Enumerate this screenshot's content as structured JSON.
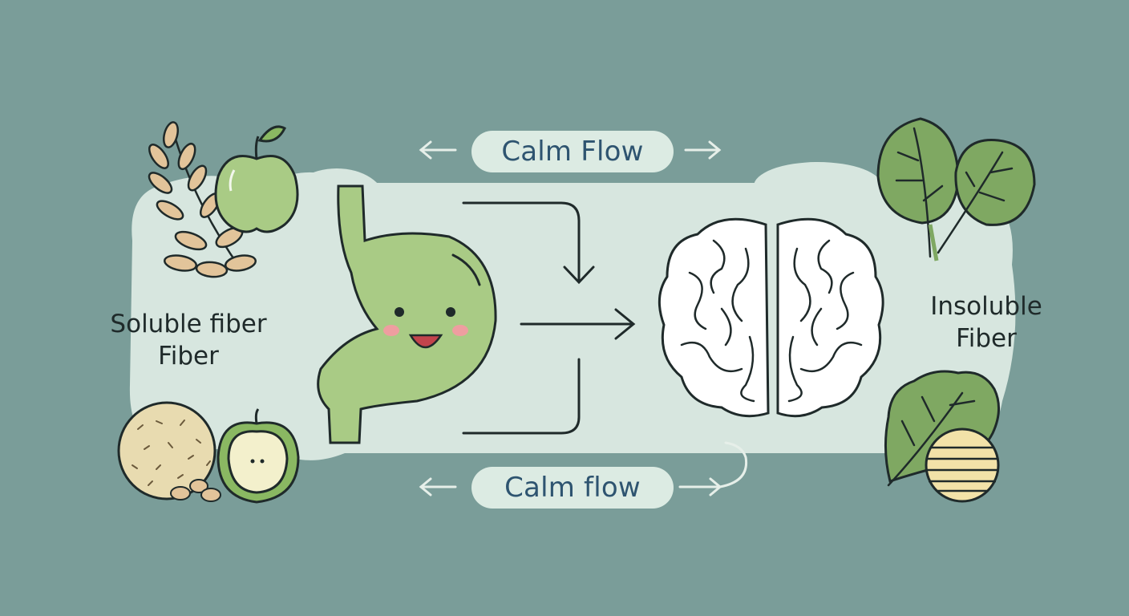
{
  "labels": {
    "top_pill": "Calm Flow",
    "bottom_pill": "Calm flow",
    "left": [
      "Soluble fiber",
      "Fiber"
    ],
    "right": [
      "Insoluble",
      "Fiber"
    ]
  },
  "colors": {
    "background": "#7a9d99",
    "panel": "#d7e6df",
    "stomach": "#a9cb85",
    "pill_text": "#2e5470",
    "outline": "#1f2a2a"
  },
  "icons": [
    "oat-branch-icon",
    "green-apple-icon",
    "stomach-character-icon",
    "brain-icon",
    "spinach-leaves-icon",
    "round-grain-icon",
    "apple-half-icon",
    "lettuce-icon",
    "striped-ball-icon",
    "arrow-icon"
  ]
}
